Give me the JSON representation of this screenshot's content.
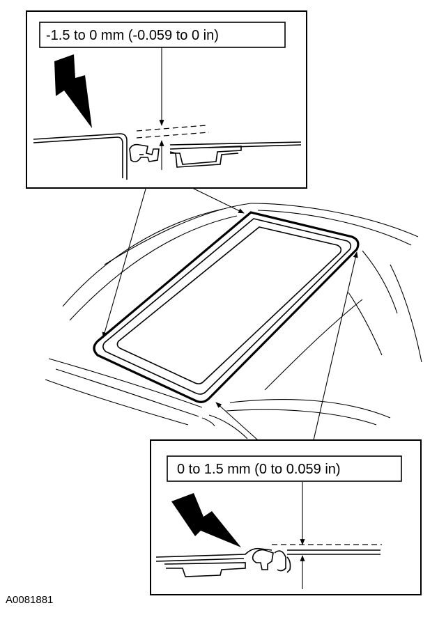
{
  "top_callout": {
    "label": "-1.5 to 0 mm (-0.059 to 0 in)"
  },
  "bottom_callout": {
    "label": "0 to 1.5 mm (0 to 0.059 in)"
  },
  "figure_code": "A0081881"
}
